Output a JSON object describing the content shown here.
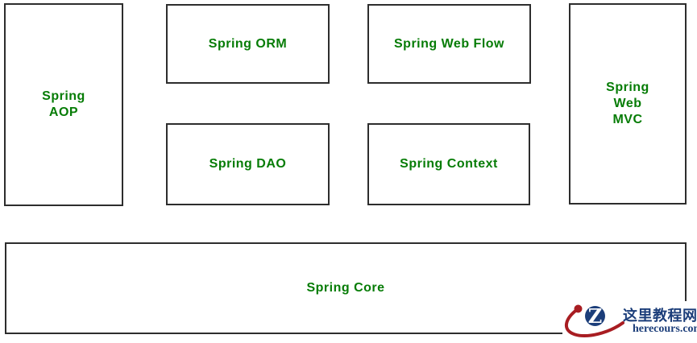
{
  "colors": {
    "label_green": "#067c06",
    "box_border": "#2d2d2d",
    "watermark_navy": "#1c3e7a",
    "watermark_red": "#a81d22"
  },
  "boxes": {
    "aop": {
      "label": "Spring\nAOP"
    },
    "orm": {
      "label": "Spring ORM"
    },
    "web_flow": {
      "label": "Spring Web Flow"
    },
    "dao": {
      "label": "Spring DAO"
    },
    "context": {
      "label": "Spring Context"
    },
    "web_mvc": {
      "label": "Spring\nWeb\nMVC"
    },
    "core": {
      "label": "Spring Core"
    }
  },
  "watermark": {
    "site_name": "这里教程网",
    "site_url": "herecours.com",
    "logo_letter": "Z"
  }
}
